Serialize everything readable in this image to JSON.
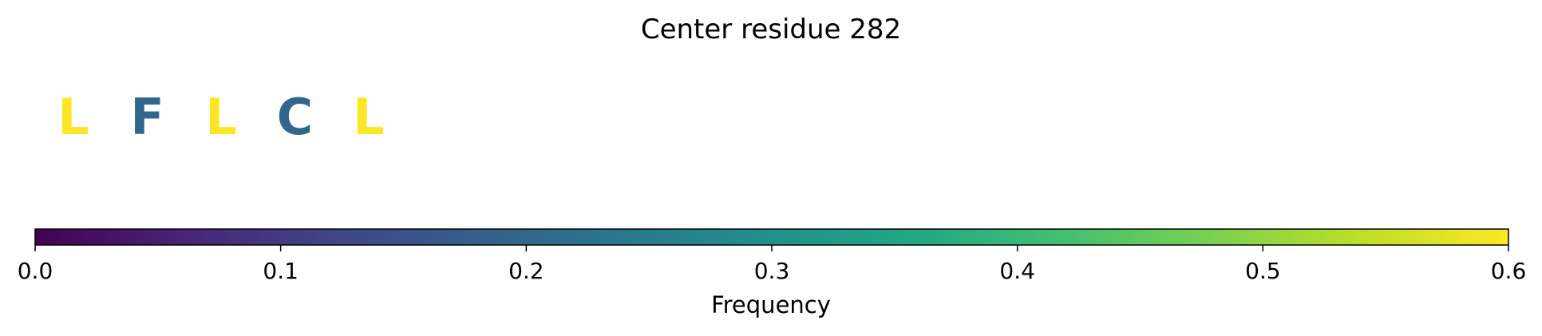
{
  "chart_data": {
    "type": "heatmap",
    "title": "Center residue 282",
    "residues": [
      {
        "letter": "L",
        "frequency": 0.6
      },
      {
        "letter": "F",
        "frequency": 0.2
      },
      {
        "letter": "L",
        "frequency": 0.6
      },
      {
        "letter": "C",
        "frequency": 0.2
      },
      {
        "letter": "L",
        "frequency": 0.6
      }
    ],
    "colorbar": {
      "label": "Frequency",
      "colormap": "viridis",
      "range": [
        0,
        0.6
      ],
      "ticks": [
        "0.0",
        "0.1",
        "0.2",
        "0.3",
        "0.4",
        "0.5",
        "0.6"
      ],
      "tick_values": [
        0,
        0.1,
        0.2,
        0.3,
        0.4,
        0.5,
        0.6
      ]
    }
  }
}
